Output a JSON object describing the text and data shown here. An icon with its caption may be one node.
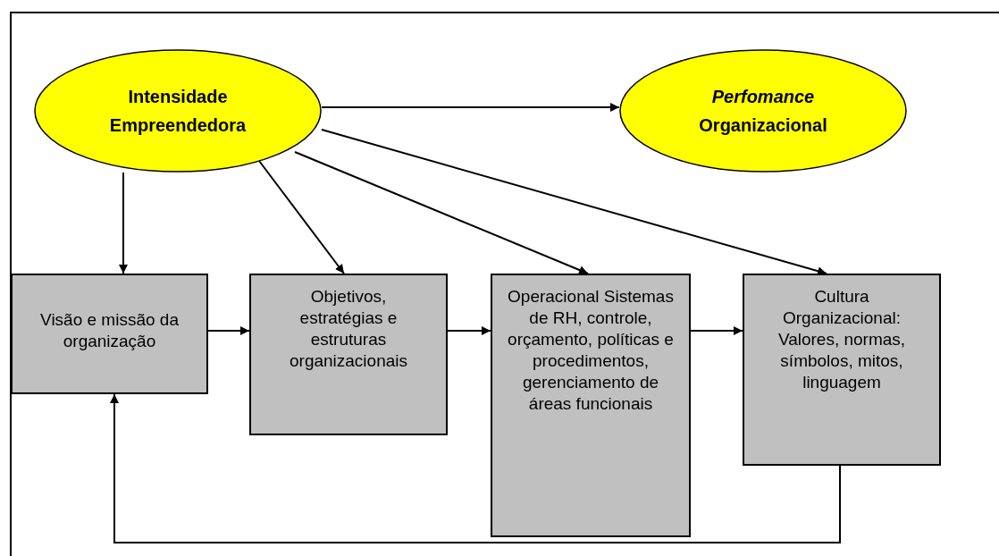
{
  "diagram": {
    "nodes": [
      {
        "text": [
          "Intensidade Empreendedora"
        ]
      },
      {
        "text": [
          "*Perfomance* Organizacional"
        ]
      },
      {
        "text": [
          "Visão e missão da organização"
        ]
      },
      {
        "text": [
          "Objetivos, estratégias e estruturas organizacionais"
        ]
      },
      {
        "text": [
          "Operacional Sistemas de RH, controle, orçamento, políticas e procedimentos, gerenciamento de áreas funcionais"
        ]
      },
      {
        "text": [
          "Cultura Organizacional: Valores, normas, símbolos, mitos, linguagem"
        ]
      }
    ],
    "edges": [
      {
        "from": 0,
        "to": 1,
        "arrow": "to"
      },
      {
        "from": 0,
        "to": 2,
        "arrow": "to"
      },
      {
        "from": 0,
        "to": 3,
        "arrow": "to"
      },
      {
        "from": 0,
        "to": 4,
        "arrow": "to"
      },
      {
        "from": 0,
        "to": 5,
        "arrow": "to"
      },
      {
        "from": 2,
        "to": 3,
        "arrow": "to"
      },
      {
        "from": 3,
        "to": 4,
        "arrow": "to"
      },
      {
        "from": 4,
        "to": 5,
        "arrow": "to"
      },
      {
        "from": 5,
        "to": 2,
        "arrow": "to"
      }
    ]
  }
}
